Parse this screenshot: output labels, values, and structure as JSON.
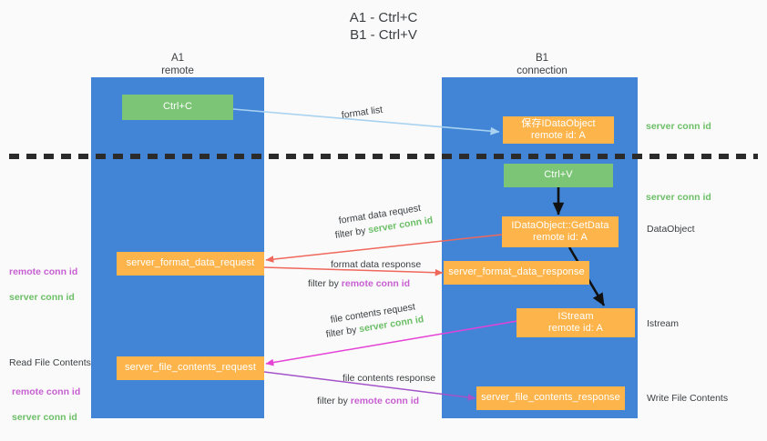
{
  "diagram": {
    "title": "A1 - Ctrl+C\nB1 - Ctrl+V",
    "background": "#fafafa",
    "lane_color": "#4285d6",
    "green_box_color": "#7cc576",
    "orange_box_color": "#fcb44b",
    "server_conn_color": "#6cbf67",
    "remote_conn_color": "#c75fd2"
  },
  "lanes": [
    {
      "name": "a1",
      "header": "A1\nremote"
    },
    {
      "name": "b1",
      "header": "B1\nconnection"
    }
  ],
  "boxes": {
    "ctrl_c": "Ctrl+C",
    "ctrl_v": "Ctrl+V",
    "save_idataobject": "保存IDataObject\nremote id: A",
    "idataobject_getdata": "IDataObject::GetData\nremote id: A",
    "istream": "IStream\nremote id: A",
    "server_format_data_request": "server_format_data_request",
    "server_format_data_response": "server_format_data_response",
    "server_file_contents_request": "server_file_contents_request",
    "server_file_contents_response": "server_file_contents_response"
  },
  "edges": {
    "format_list": "format list",
    "format_data_request": "format data request",
    "format_data_request_filter_prefix": "filter by ",
    "format_data_request_filter_token": "server conn id",
    "format_data_response": "format data response",
    "format_data_response_filter_prefix": "filter by ",
    "format_data_response_filter_token": "remote conn id",
    "file_contents_request": "file contents request",
    "file_contents_request_filter_prefix": "filter by ",
    "file_contents_request_filter_token": "server conn id",
    "file_contents_response": "file contents response",
    "file_contents_response_filter_prefix": "filter by ",
    "file_contents_response_filter_token": "remote conn id"
  },
  "right_labels": {
    "server_conn_id_top": "server conn id",
    "server_conn_id_mid": "server conn id",
    "dataobject": "DataObject",
    "istream": "Istream",
    "write_file_contents": "Write File Contents"
  },
  "left_labels": {
    "conn_pair_top_remote": "remote conn id",
    "conn_pair_top_server": "server conn id",
    "read_file_contents": "Read File Contents",
    "conn_pair_bottom_remote": "remote conn id",
    "conn_pair_bottom_server": "server conn id"
  }
}
